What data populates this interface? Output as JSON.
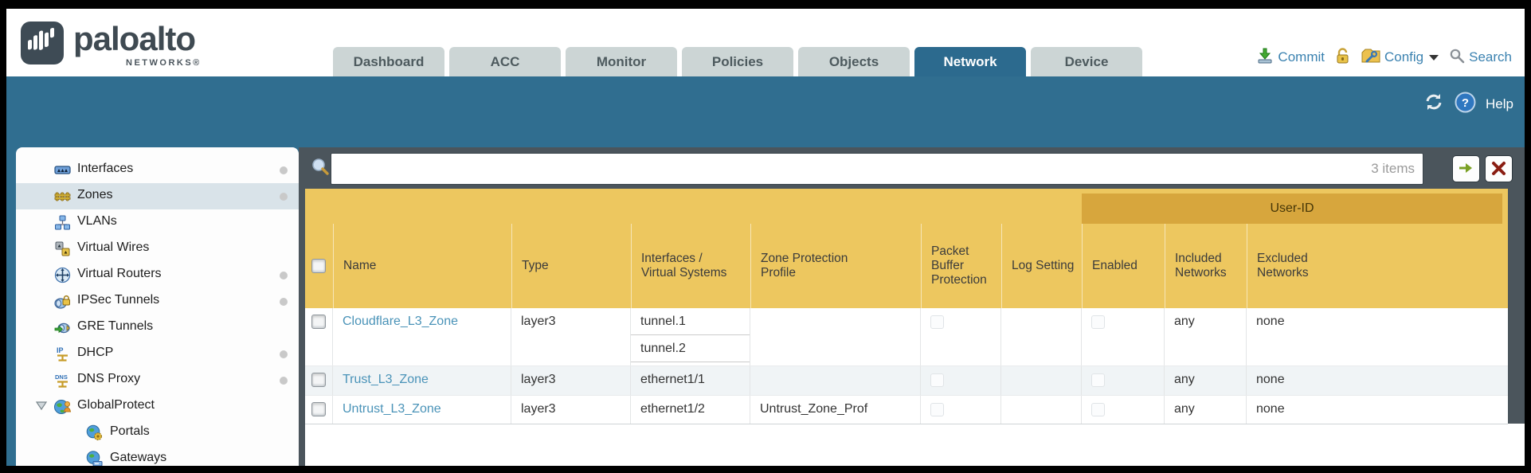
{
  "header": {
    "logo": {
      "brand": "paloalto",
      "sub": "NETWORKS®"
    },
    "tabs": [
      {
        "label": "Dashboard",
        "active": false
      },
      {
        "label": "ACC",
        "active": false
      },
      {
        "label": "Monitor",
        "active": false
      },
      {
        "label": "Policies",
        "active": false
      },
      {
        "label": "Objects",
        "active": false
      },
      {
        "label": "Network",
        "active": true
      },
      {
        "label": "Device",
        "active": false
      }
    ],
    "actions": {
      "commit_label": "Commit",
      "config_label": "Config",
      "search_label": "Search"
    }
  },
  "toolbar": {
    "help_label": "Help"
  },
  "sidebar": {
    "items": [
      {
        "label": "Interfaces",
        "icon": "interfaces-icon",
        "selected": false,
        "dot": true
      },
      {
        "label": "Zones",
        "icon": "zones-icon",
        "selected": true,
        "dot": true
      },
      {
        "label": "VLANs",
        "icon": "vlans-icon",
        "selected": false,
        "dot": false
      },
      {
        "label": "Virtual Wires",
        "icon": "virtual-wires-icon",
        "selected": false,
        "dot": false
      },
      {
        "label": "Virtual Routers",
        "icon": "virtual-routers-icon",
        "selected": false,
        "dot": true
      },
      {
        "label": "IPSec Tunnels",
        "icon": "ipsec-tunnels-icon",
        "selected": false,
        "dot": true
      },
      {
        "label": "GRE Tunnels",
        "icon": "gre-tunnels-icon",
        "selected": false,
        "dot": false
      },
      {
        "label": "DHCP",
        "icon": "dhcp-icon",
        "selected": false,
        "dot": true
      },
      {
        "label": "DNS Proxy",
        "icon": "dns-proxy-icon",
        "selected": false,
        "dot": true
      },
      {
        "label": "GlobalProtect",
        "icon": "globalprotect-icon",
        "selected": false,
        "dot": false,
        "expanded": true
      },
      {
        "label": "Portals",
        "icon": "portals-icon",
        "selected": false,
        "dot": false,
        "child": true
      },
      {
        "label": "Gateways",
        "icon": "gateways-icon",
        "selected": false,
        "dot": false,
        "child": true
      }
    ]
  },
  "filterbar": {
    "value": "",
    "count_label": "3 items"
  },
  "table": {
    "group_header": "User-ID",
    "columns": {
      "name": "Name",
      "type": "Type",
      "interfaces": "Interfaces / Virtual Systems",
      "zone_protection_profile": "Zone Protection Profile",
      "packet_buffer_protection": "Packet Buffer Protection",
      "log_setting": "Log Setting",
      "enabled": "Enabled",
      "included_networks": "Included Networks",
      "excluded_networks": "Excluded Networks"
    },
    "rows": [
      {
        "name": "Cloudflare_L3_Zone",
        "type": "layer3",
        "interfaces": [
          "tunnel.1",
          "tunnel.2"
        ],
        "zone_protection_profile": "",
        "packet_buffer_protection": false,
        "log_setting": "",
        "enabled": false,
        "included_networks": "any",
        "excluded_networks": "none"
      },
      {
        "name": "Trust_L3_Zone",
        "type": "layer3",
        "interfaces": [
          "ethernet1/1"
        ],
        "zone_protection_profile": "",
        "packet_buffer_protection": false,
        "log_setting": "",
        "enabled": false,
        "included_networks": "any",
        "excluded_networks": "none"
      },
      {
        "name": "Untrust_L3_Zone",
        "type": "layer3",
        "interfaces": [
          "ethernet1/2"
        ],
        "zone_protection_profile": "Untrust_Zone_Prof",
        "packet_buffer_protection": false,
        "log_setting": "",
        "enabled": false,
        "included_networks": "any",
        "excluded_networks": "none"
      }
    ]
  },
  "colors": {
    "teal_band": "#306e90",
    "active_tab": "#2c6a8e",
    "header_gold": "#edc75f",
    "group_gold": "#d7a63d",
    "slate": "#4b555c",
    "link_blue": "#4a93b8",
    "action_blue": "#3b82b0"
  }
}
